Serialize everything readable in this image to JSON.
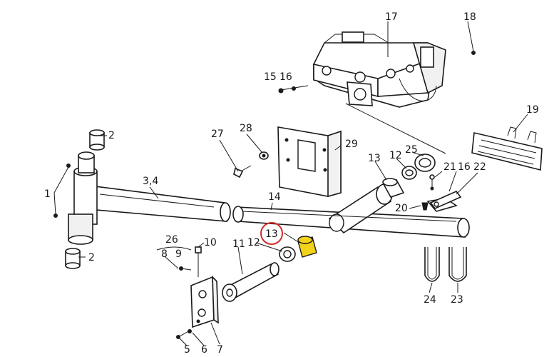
{
  "diagram": {
    "callouts": {
      "c1": "1",
      "c2a": "2",
      "c2b": "2",
      "c34": "3,4",
      "c5": "5",
      "c6": "6",
      "c7": "7",
      "c8": "8",
      "c9": "9",
      "c10": "10",
      "c11": "11",
      "c12a": "12",
      "c12b": "12",
      "c13a": "13",
      "c13b": "13",
      "c14": "14",
      "c15": "15",
      "c16a": "16",
      "c16b": "16",
      "c17": "17",
      "c18": "18",
      "c19": "19",
      "c20": "20",
      "c21": "21",
      "c22": "22",
      "c23": "23",
      "c24": "24",
      "c25": "25",
      "c26": "26",
      "c27": "27",
      "c28": "28",
      "c29": "29"
    },
    "highlight": {
      "circle_color": "#d42a2a",
      "part_color": "#f2d21a"
    }
  }
}
